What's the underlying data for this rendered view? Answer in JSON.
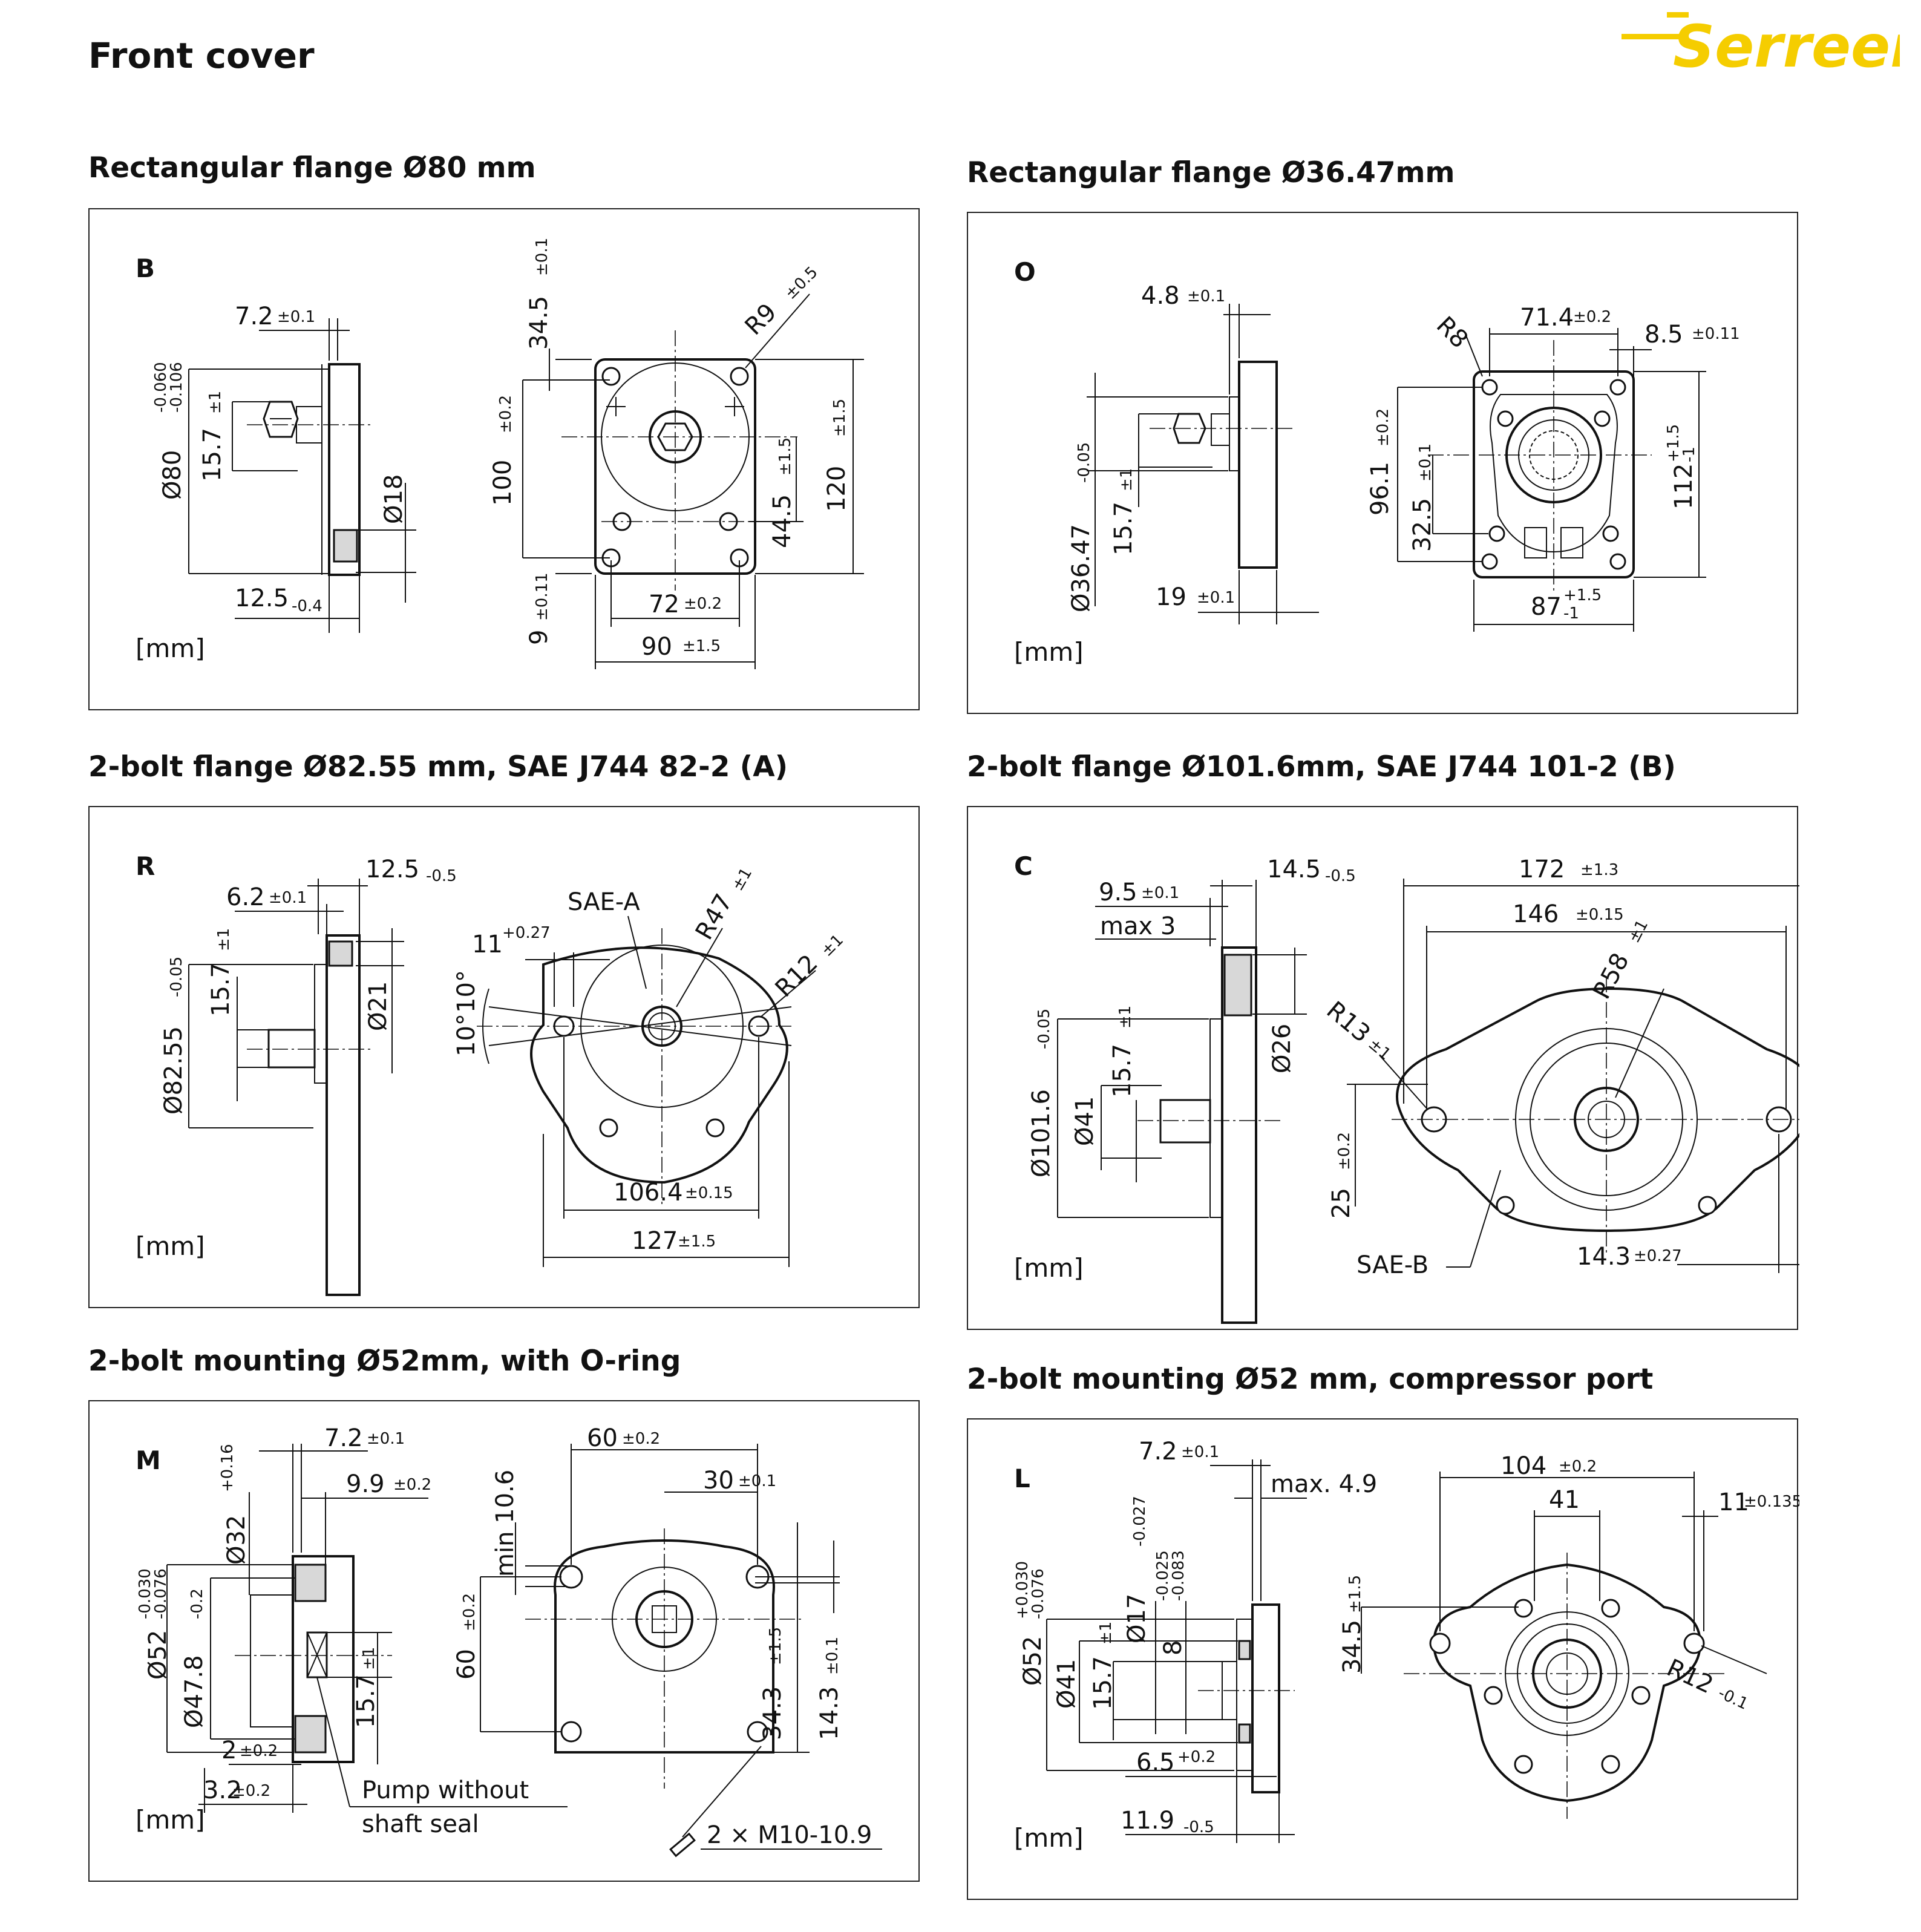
{
  "page": {
    "title": "Front cover"
  },
  "logo": {
    "text": "Serreen",
    "color": "#f5cd00"
  },
  "sections": [
    {
      "title": "Rectangular flange Ø80 mm",
      "letter": "B",
      "unit": "[mm]",
      "dims": [
        "7.2",
        "±0.1",
        "Ø80",
        "-0.060",
        "-0.106",
        "15.7",
        "±1",
        "Ø18",
        "12.5",
        "-0.4",
        "34.5",
        "±0.1",
        "R9",
        "±0.5",
        "100",
        "±0.2",
        "120",
        "±1.5",
        "44.5",
        "±1.5",
        "9",
        "±0.11",
        "72",
        "±0.2",
        "90",
        "±1.5"
      ]
    },
    {
      "title": "Rectangular flange Ø36.47mm",
      "letter": "O",
      "unit": "[mm]",
      "dims": [
        "4.8",
        "±0.1",
        "Ø36.47",
        "-0.05",
        "15.7",
        "±1",
        "19",
        "±0.1",
        "R8",
        "71.4",
        "±0.2",
        "8.5",
        "±0.11",
        "96.1",
        "±0.2",
        "32.5",
        "±0.1",
        "112",
        "+1.5",
        "-1",
        "87",
        "+1.5",
        "-1"
      ]
    },
    {
      "title": "2-bolt flange Ø82.55 mm, SAE J744 82-2 (A)",
      "letter": "R",
      "unit": "[mm]",
      "dims": [
        "12.5",
        "-0.5",
        "6.2",
        "±0.1",
        "Ø82.55",
        "-0.05",
        "15.7",
        "±1",
        "Ø21",
        "SAE-A",
        "R47",
        "±1",
        "11",
        "+0.27",
        "R12",
        "±1",
        "10°",
        "10°",
        "106.4",
        "±0.15",
        "127",
        "±1.5"
      ]
    },
    {
      "title": "2-bolt flange Ø101.6mm, SAE J744 101-2 (B)",
      "letter": "C",
      "unit": "[mm]",
      "dims": [
        "9.5",
        "±0.1",
        "max 3",
        "14.5",
        "-0.5",
        "Ø26",
        "Ø101.6",
        "-0.05",
        "Ø41",
        "15.7",
        "±1",
        "172",
        "±1.3",
        "146",
        "±0.15",
        "R58",
        "±1",
        "R13",
        "±1",
        "25",
        "±0.2",
        "SAE-B",
        "14.3",
        "±0.27"
      ]
    },
    {
      "title": "2-bolt mounting Ø52mm, with O-ring",
      "letter": "M",
      "unit": "[mm]",
      "dims": [
        "7.2",
        "±0.1",
        "9.9",
        "±0.2",
        "Ø32",
        "+0.16",
        "Ø52",
        "-0.030",
        "-0.076",
        "Ø47.8",
        "-0.2",
        "15.7",
        "±1",
        "2",
        "±0.2",
        "3.2",
        "±0.2",
        "Pump without",
        "shaft seal",
        "60",
        "±0.2",
        "30",
        "±0.1",
        "min 10.6",
        "60",
        "±0.2",
        "14.3",
        "±0.1",
        "34.3",
        "±1.5",
        "2 × M10-10.9"
      ]
    },
    {
      "title": "2-bolt mounting Ø52 mm, compressor port",
      "letter": "L",
      "unit": "[mm]",
      "dims": [
        "7.2",
        "±0.1",
        "max. 4.9",
        "Ø52",
        "+0.030",
        "-0.076",
        "Ø41",
        "15.7",
        "±1",
        "Ø17",
        "-0.027",
        "8",
        "-0.025",
        "-0.083",
        "6.5",
        "+0.2",
        "11.9",
        "-0.5",
        "104",
        "±0.2",
        "41",
        "11",
        "±0.135",
        "34.5",
        "±1.5",
        "R12",
        "-0.1"
      ]
    }
  ]
}
